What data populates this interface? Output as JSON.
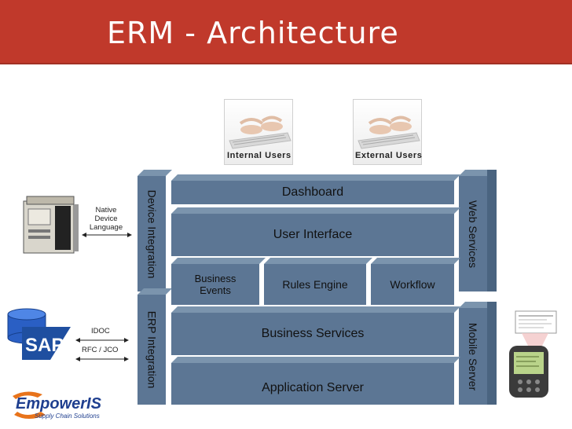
{
  "slide": {
    "title": "ERM - Architecture"
  },
  "users": {
    "internal": "Internal Users",
    "external": "External Users"
  },
  "stack": {
    "left_columns": [
      "Device Integration",
      "ERP Integration"
    ],
    "right_columns": [
      "Web Services",
      "Mobile Server"
    ],
    "dashboard": "Dashboard",
    "user_interface": "User Interface",
    "business_events": "Business Events",
    "rules_engine": "Rules Engine",
    "workflow": "Workflow",
    "business_services": "Business Services",
    "application_server": "Application Server"
  },
  "left_side": {
    "printer_label": [
      "Native",
      "Device",
      "Language"
    ],
    "sap_text": "SAP",
    "idoc": "IDOC",
    "rfc": "RFC / JCO"
  },
  "brand": {
    "name": "EmpowerIS",
    "tagline": "Supply Chain Solutions"
  },
  "colors": {
    "title_bar": "#c0392b",
    "block": "#5c7694",
    "block_top": "#7b94ad",
    "sap_blue": "#1f4fa0"
  },
  "icons": [
    "printer-icon",
    "database-icon",
    "sap-logo",
    "handheld-scanner-icon",
    "keyboard-hands-icon"
  ]
}
